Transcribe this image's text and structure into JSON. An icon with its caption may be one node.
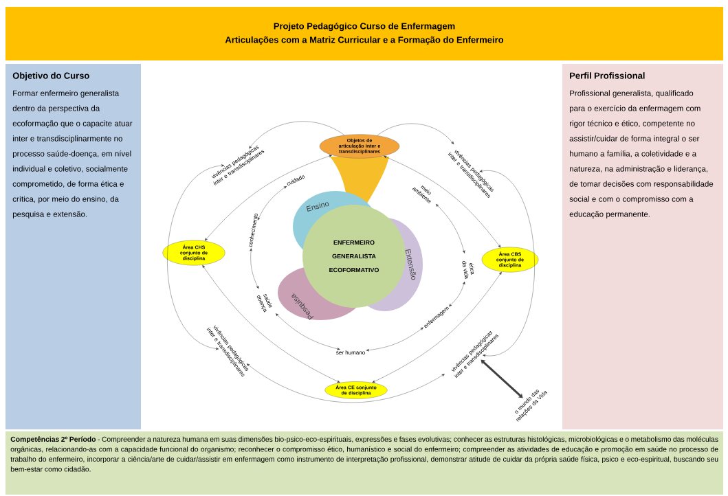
{
  "diagram": {
    "nodes": [
      {
        "text": [
          "Projeto Pedagógico Curso de Enfermagem",
          "Articulações com a Matriz Curricular e a Formação do Enfermeiro"
        ]
      },
      {
        "text": [
          "Objetivo do Curso",
          "Formar enfermeiro generalista dentro da perspectiva da ecoformação que o capacite atuar inter e transdisciplinarmente no processo saúde-doença, em nível individual e coletivo, socialmente comprometido, de forma ética e crítica, por meio do ensino, da pesquisa e extensão."
        ]
      },
      {
        "text": [
          "Perfil Profissional",
          "Profissional generalista, qualificado para o exercício da enfermagem com rigor técnico e ético, competente no assistir/cuidar de forma integral o ser humano a família, a coletividade e a natureza, na administração e liderança, de tomar decisões com responsabilidade social e com o compromisso com a educação permanente."
        ]
      },
      {
        "text": [
          "Objetos de articulação inter e transdisciplinares"
        ]
      },
      {
        "text": [
          "Área CHS conjunto de disciplina"
        ]
      },
      {
        "text": [
          "Área CBS conjunto de disciplina"
        ]
      },
      {
        "text": [
          "Área CE conjunto de disciplina"
        ]
      },
      {
        "text": [
          "ENFERMEIRO",
          "GENERALISTA",
          "ECOFORMATIVO"
        ]
      },
      {
        "text": [
          "Ensino"
        ]
      },
      {
        "text": [
          "Extensão"
        ]
      },
      {
        "text": [
          "Pesquisa"
        ]
      },
      {
        "text": [
          "cuidado"
        ]
      },
      {
        "text": [
          "conhecimento"
        ]
      },
      {
        "text": [
          "saúde doença"
        ]
      },
      {
        "text": [
          "ser humano"
        ]
      },
      {
        "text": [
          "enfermagem"
        ]
      },
      {
        "text": [
          "ética da vida"
        ]
      },
      {
        "text": [
          "meio ambiente"
        ]
      },
      {
        "text": [
          "vivências pedagógicas inter e transdisciplinares"
        ]
      },
      {
        "text": [
          "vivências pedagógicas inter e transdisciplinares"
        ]
      },
      {
        "text": [
          "vivências pedagógicas inter e transdisciplinares"
        ]
      },
      {
        "text": [
          "vivências pedagógicas inter e transdisciplinares"
        ]
      },
      {
        "text": [
          "o mundo das relações da Vida"
        ]
      },
      {
        "text": [
          "**Competências 2º Período** - Compreender a natureza humana em suas dimensões bio-psico-eco-espirituais, expressões e fases evolutivas; conhecer as estruturas histológicas, microbiológicas e o metabolismo das moléculas orgânicas, relacionando-as com a capacidade funcional do organismo; reconhecer o compromisso ético, humanístico e social do enfermeiro; compreender as atividades de educação e promoção em saúde no processo de trabalho do enfermeiro, incorporar a ciência/arte de cuidar/assistir em enfermagem como instrumento de interpretação profissional, demonstrar atitude de cuidar da própria saúde física, psico e eco-espiritual, buscando seu bem-estar como cidadão."
        ]
      }
    ],
    "edges": [
      {
        "from": 4,
        "to": 3,
        "arrow": "both"
      },
      {
        "from": 3,
        "to": 5,
        "arrow": "both"
      },
      {
        "from": 5,
        "to": 6,
        "arrow": "both"
      },
      {
        "from": 6,
        "to": 4,
        "arrow": "both"
      },
      {
        "from": 3,
        "to": 18,
        "arrow": "to"
      },
      {
        "from": 3,
        "to": 19,
        "arrow": "to"
      },
      {
        "from": 18,
        "to": 20,
        "arrow": "both"
      },
      {
        "from": 20,
        "to": 21,
        "arrow": "both"
      },
      {
        "from": 21,
        "to": 19,
        "arrow": "both"
      },
      {
        "from": 11,
        "to": 12,
        "arrow": "both"
      },
      {
        "from": 12,
        "to": 13,
        "arrow": "both"
      },
      {
        "from": 13,
        "to": 14,
        "arrow": "both"
      },
      {
        "from": 14,
        "to": 15,
        "arrow": "both"
      },
      {
        "from": 15,
        "to": 16,
        "arrow": "both"
      },
      {
        "from": 16,
        "to": 17,
        "arrow": "both"
      },
      {
        "from": 22,
        "to": 21,
        "arrow": "both",
        "style": "thick"
      }
    ]
  }
}
